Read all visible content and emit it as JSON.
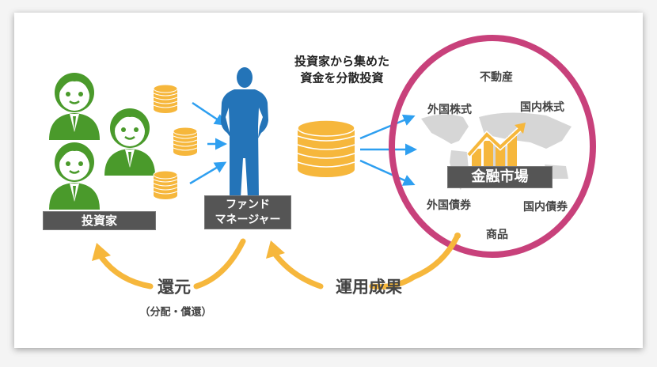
{
  "title_lines": [
    "投資家から集めた",
    "資金を分散投資"
  ],
  "investors_label": "投資家",
  "manager_label_lines": [
    "ファンド",
    "マネージャー"
  ],
  "market": {
    "label": "金融市場",
    "assets": {
      "real_estate": "不動産",
      "foreign_stocks": "外国株式",
      "domestic_stocks": "国内株式",
      "foreign_bonds": "外国債券",
      "domestic_bonds": "国内債券",
      "commodities": "商品"
    }
  },
  "return_label": "還元",
  "return_sub": "（分配・償還）",
  "results_label": "運用成果",
  "colors": {
    "investor": "#4a9a2b",
    "manager": "#2474b8",
    "coin": "#f6b73c",
    "arrow": "#2e9ff0",
    "circle": "#c8417b",
    "label_bg": "#555555",
    "feedback": "#f6b73c"
  }
}
